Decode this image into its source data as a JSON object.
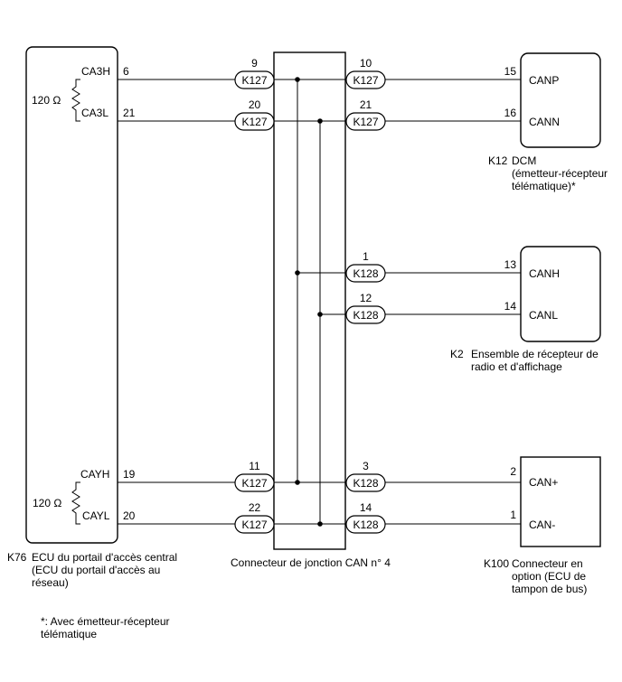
{
  "ecu": {
    "code": "K76",
    "name_lines": [
      "ECU du portail d'accès central",
      "(ECU du portail d'accès au",
      "réseau)"
    ],
    "resistor_label": "120 Ω",
    "pins": {
      "ca3h": "CA3H",
      "ca3l": "CA3L",
      "cayh": "CAYH",
      "cayl": "CAYL"
    },
    "pin_numbers": {
      "ca3h": "6",
      "ca3l": "21",
      "cayh": "19",
      "cayl": "20"
    }
  },
  "junction": {
    "label": "Connecteur de jonction CAN n° 4",
    "left_connectors": [
      {
        "pin": "9",
        "name": "K127"
      },
      {
        "pin": "20",
        "name": "K127"
      },
      {
        "pin": "11",
        "name": "K127"
      },
      {
        "pin": "22",
        "name": "K127"
      }
    ],
    "right_connectors": [
      {
        "pin": "10",
        "name": "K127"
      },
      {
        "pin": "21",
        "name": "K127"
      },
      {
        "pin": "1",
        "name": "K128"
      },
      {
        "pin": "12",
        "name": "K128"
      },
      {
        "pin": "3",
        "name": "K128"
      },
      {
        "pin": "14",
        "name": "K128"
      }
    ]
  },
  "dcm": {
    "code": "K12",
    "name_lines": [
      "DCM",
      "(émetteur-récepteur",
      "télématique)*"
    ],
    "pins": [
      "CANP",
      "CANN"
    ],
    "pin_numbers": [
      "15",
      "16"
    ]
  },
  "radio": {
    "code": "K2",
    "name_lines": [
      "Ensemble de récepteur de",
      "radio et d'affichage"
    ],
    "pins": [
      "CANH",
      "CANL"
    ],
    "pin_numbers": [
      "13",
      "14"
    ]
  },
  "option": {
    "code": "K100",
    "name_lines": [
      "Connecteur en",
      "option (ECU de",
      "tampon de bus)"
    ],
    "pins": [
      "CAN+",
      "CAN-"
    ],
    "pin_numbers": [
      "2",
      "1"
    ]
  },
  "footnote_lines": [
    "*: Avec émetteur-récepteur",
    "télématique"
  ]
}
